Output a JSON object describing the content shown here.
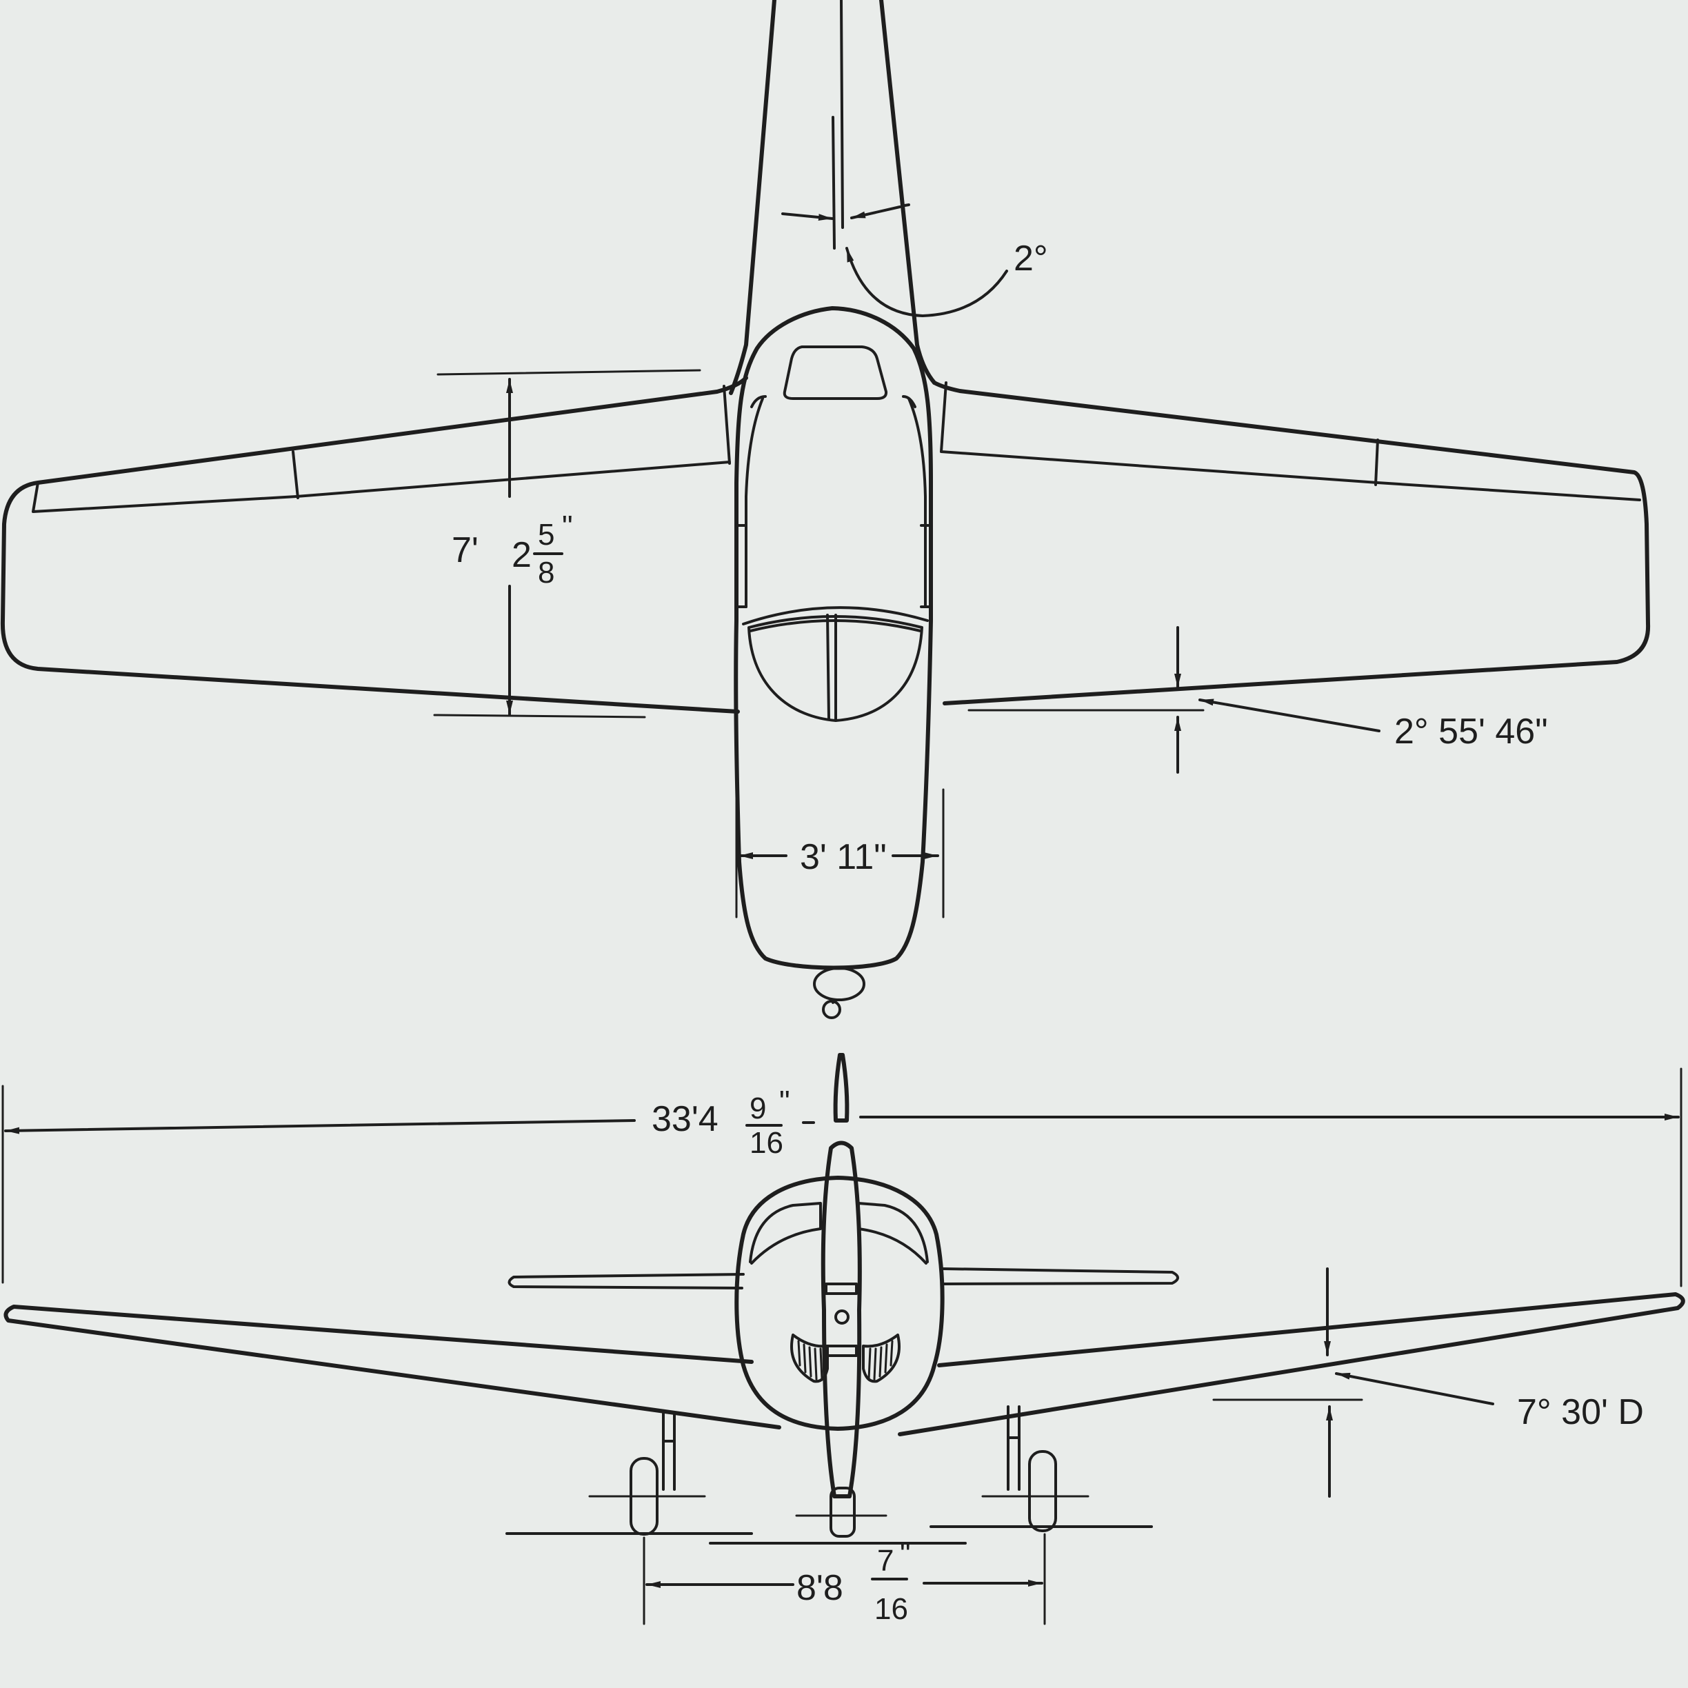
{
  "colors": {
    "paper": "#e9ecea",
    "ink": "#1e1e1e"
  },
  "top_view": {
    "stabilizer_angle": "2°",
    "wing_chord": {
      "feet": "7'",
      "whole": "2",
      "num": "5",
      "den": "8",
      "unit": "\""
    },
    "wing_incidence": "2° 55' 46\"",
    "fuselage_width": "3' 11\""
  },
  "front_view": {
    "wingspan": {
      "main": "33'4",
      "num": "9",
      "den": "16",
      "unit": "\""
    },
    "dihedral": "7° 30' D",
    "wheel_track": {
      "main": "8'8",
      "num": "7",
      "den": "16",
      "unit": "\""
    }
  }
}
